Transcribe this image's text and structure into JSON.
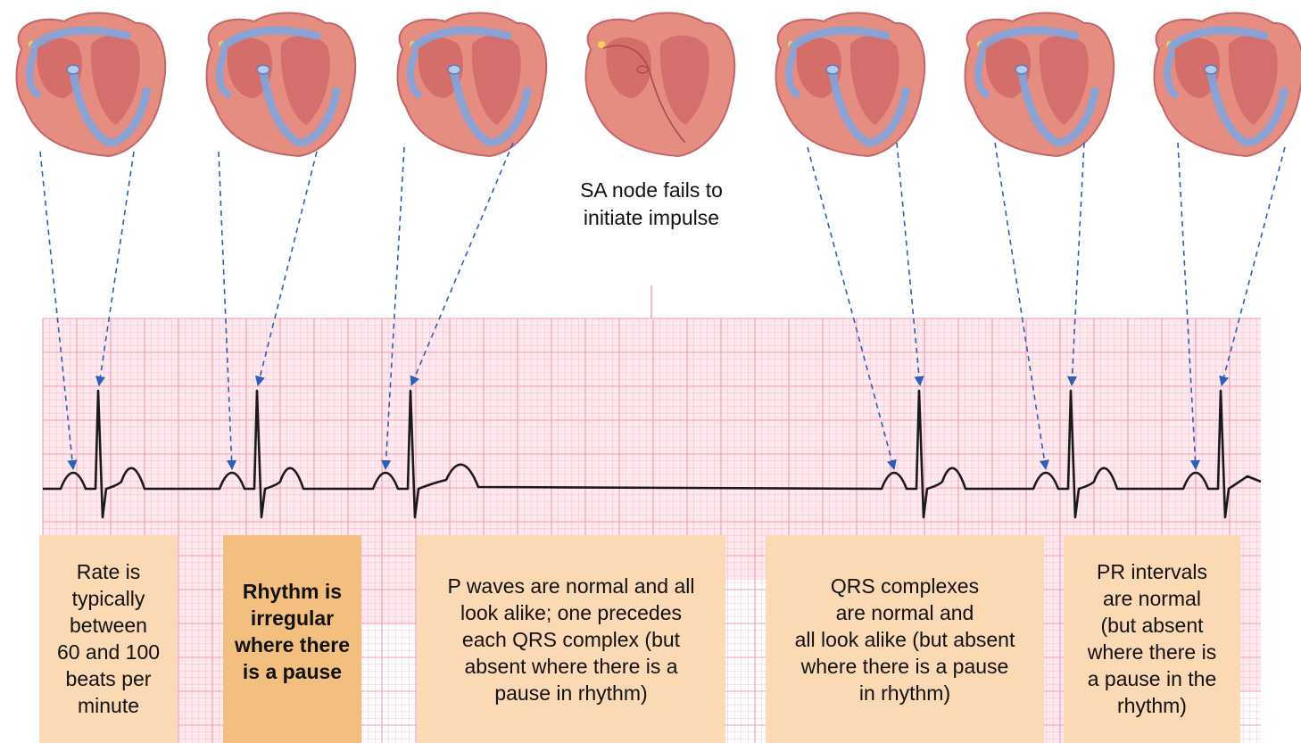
{
  "title": "",
  "pause_caption": "SA node fails to\ninitiate impulse",
  "boxes": [
    {
      "text": "Rate is\ntypically\nbetween\n60 and 100\nbeats per\nminute"
    },
    {
      "text": "Rhythm is\nirregular\nwhere there\nis a pause"
    },
    {
      "text": "P waves are normal and all\nlook alike; one precedes\neach QRS complex (but\nabsent where there is a\npause in rhythm)"
    },
    {
      "text": "QRS complexes\nare normal and\nall look alike (but absent\nwhere there is a pause\nin rhythm)"
    },
    {
      "text": "PR intervals\nare normal\n(but absent\nwhere there is\na pause in the\nrhythm)"
    }
  ],
  "colors": {
    "grid_background": "#fde8ee",
    "grid_line": "#f29cb4",
    "trace": "#1a1a1a",
    "arrow": "#2c5fb8",
    "box_fill": "#fbd9b4",
    "box_highlight": "#f2bf7e",
    "heart_muscle": "#e58d80",
    "heart_outline": "#c2666a",
    "conduction_flow": "#7fa4dd"
  },
  "beats": [
    {
      "label": "beat-1",
      "conducted": true
    },
    {
      "label": "beat-2",
      "conducted": true
    },
    {
      "label": "beat-3",
      "conducted": true
    },
    {
      "label": "pause",
      "conducted": false
    },
    {
      "label": "beat-4",
      "conducted": true
    },
    {
      "label": "beat-5",
      "conducted": true
    },
    {
      "label": "beat-6",
      "conducted": true
    }
  ]
}
